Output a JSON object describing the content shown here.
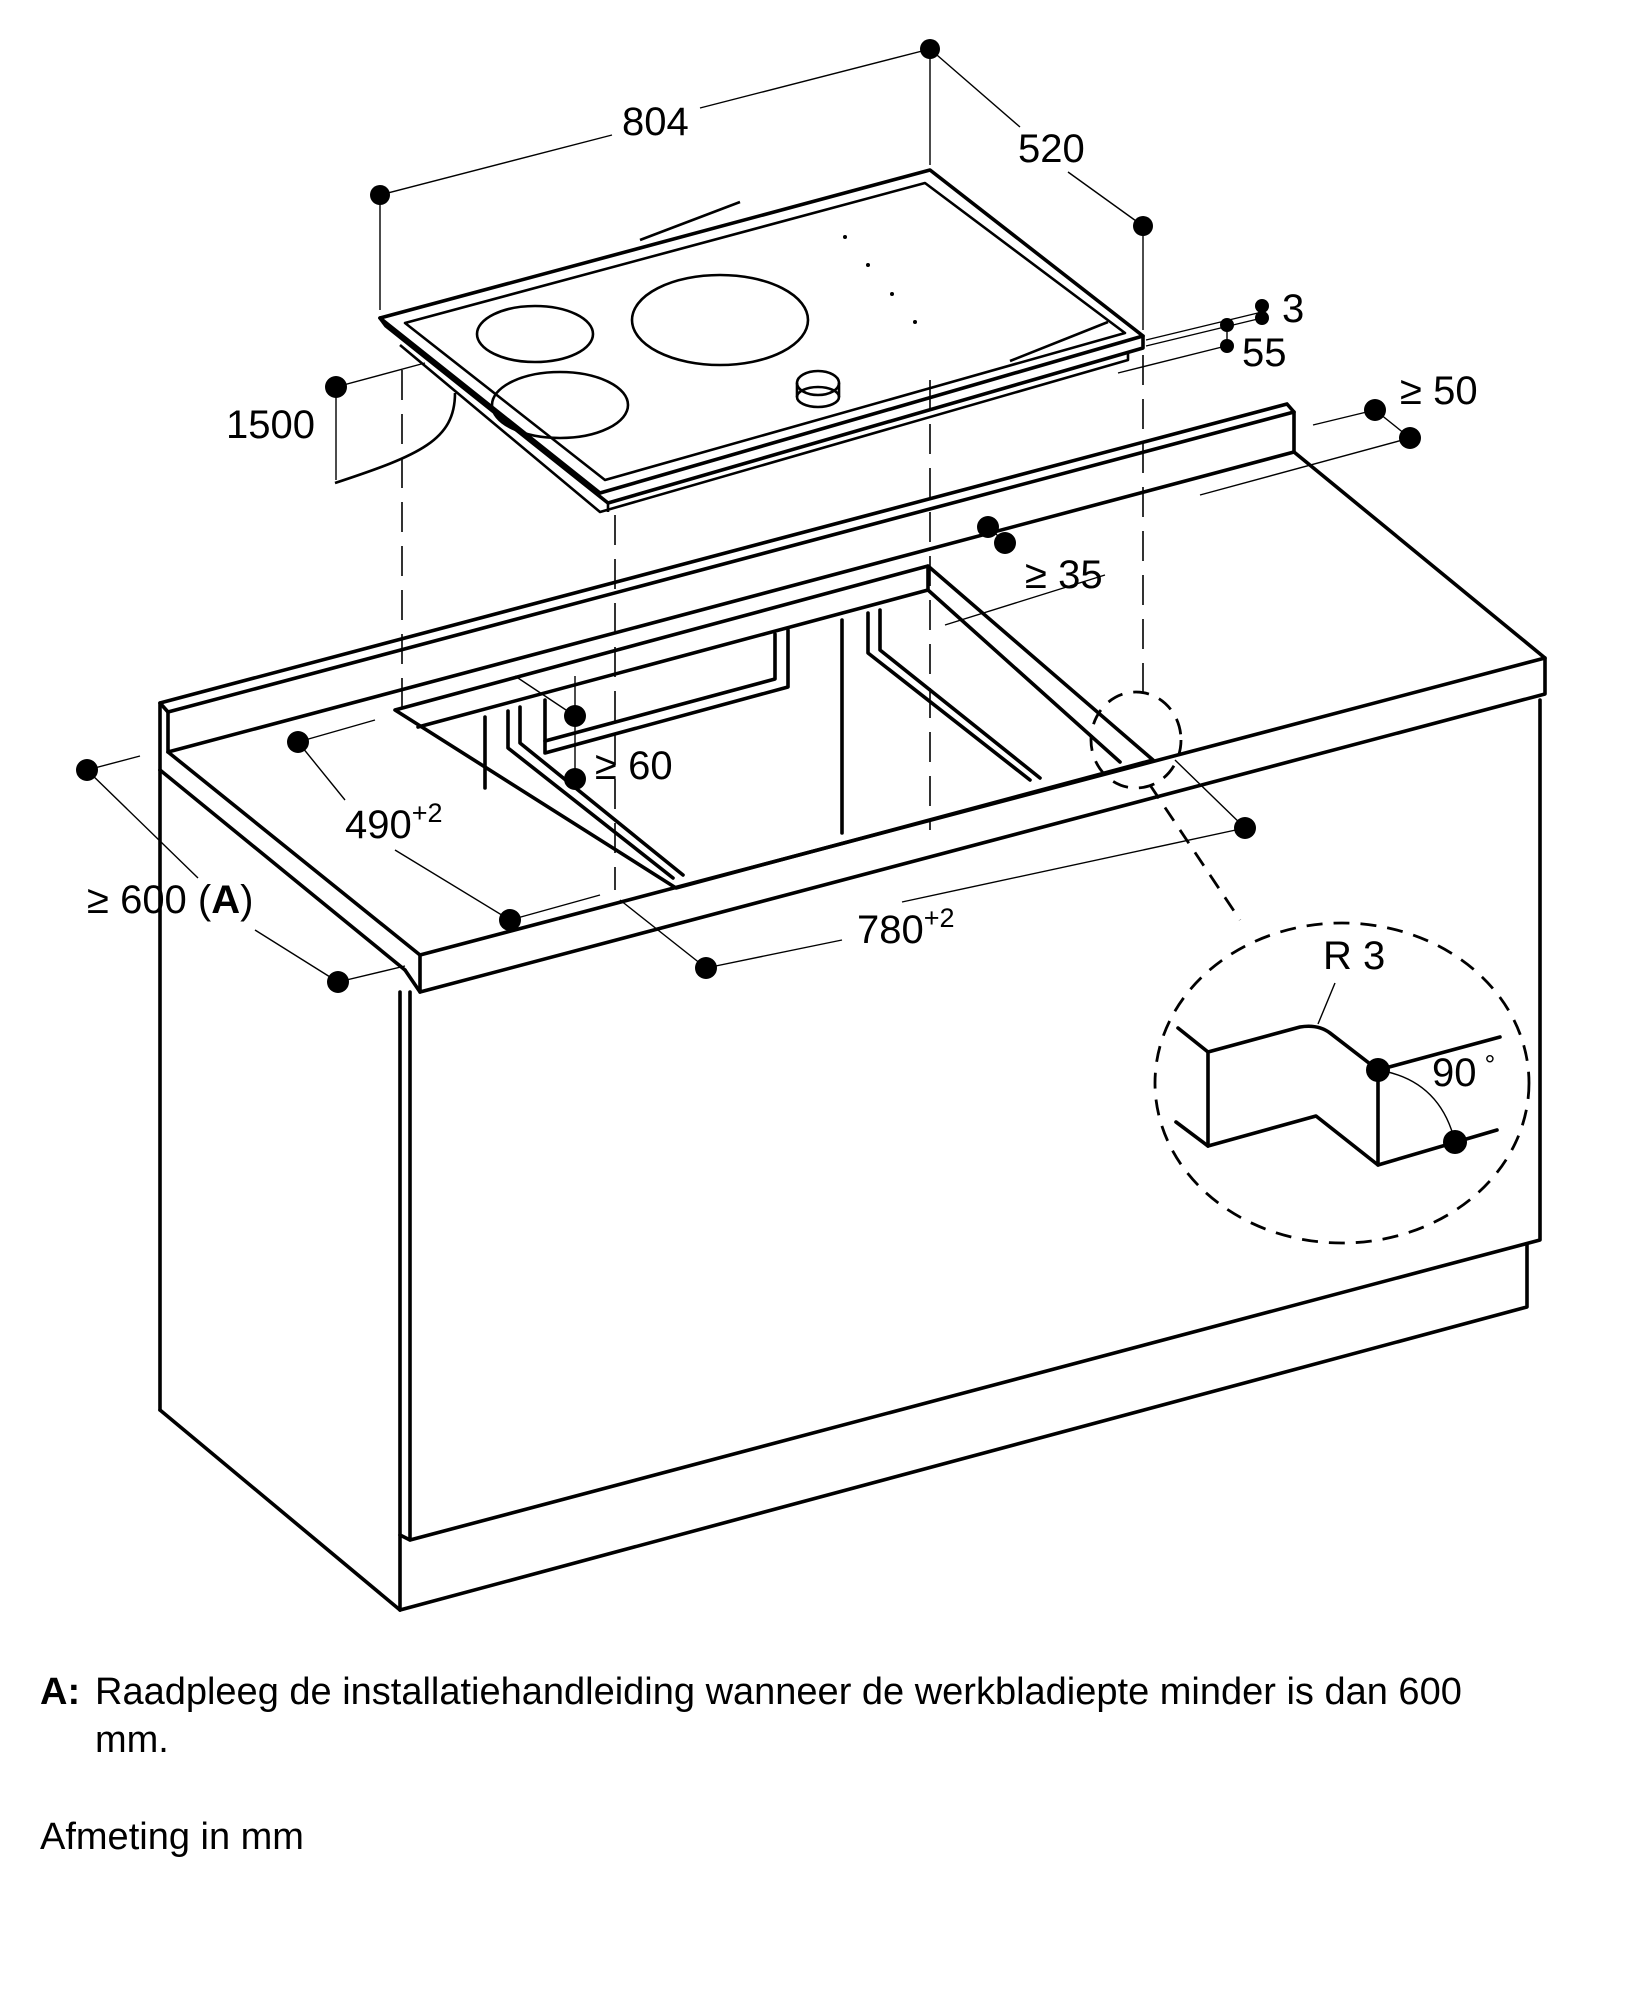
{
  "diagram": {
    "title": "Inbouwmaten kookplaat",
    "dimensions": {
      "cooktop_width": "804",
      "cooktop_depth": "520",
      "glass_thickness": "3",
      "install_height": "55",
      "cable_length": "1500",
      "min_rear_distance": "≥ 50",
      "min_back_clearance": "≥ 35",
      "min_sub_clearance": "≥ 60",
      "cutout_depth": "490",
      "cutout_depth_tol": "+2",
      "cutout_width": "780",
      "cutout_width_tol": "+2",
      "worktop_depth": "≥ 600 (",
      "worktop_depth_ref": "A",
      "worktop_depth_close": ")",
      "corner_radius": "R 3",
      "corner_angle": "90",
      "corner_angle_unit": "°"
    },
    "detail_callout": "corner-detail-R3"
  },
  "notes": [
    {
      "key": "A:",
      "text": "Raadpleeg de installatiehandleiding wanneer de werkbladiepte minder is dan 600 mm."
    }
  ],
  "unit_note": "Afmeting in mm"
}
